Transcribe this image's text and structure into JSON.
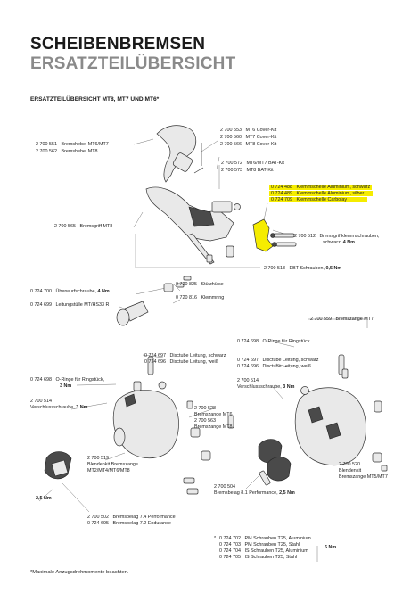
{
  "title": "SCHEIBENBREMSEN",
  "subtitle": "ERSATZTEILÜBERSICHT",
  "section": "ERSATZTEILÜBERSICHT MT8, MT7 UND MT6*",
  "labels": {
    "lever_mt6_mt7": {
      "num": "2 700 551",
      "text": "Bremshebel MT6/MT7"
    },
    "lever_mt8": {
      "num": "2 700 562",
      "text": "Bremshebel MT8"
    },
    "cover_mt6": {
      "num": "2 700 553",
      "text": "MT6 Cover-Kit"
    },
    "cover_mt7": {
      "num": "2 700 560",
      "text": "MT7 Cover-Kit"
    },
    "cover_mt8": {
      "num": "2 700 566",
      "text": "MT8 Cover-Kit"
    },
    "bat_mt6_mt7": {
      "num": "2 700 572",
      "text": "MT6/MT7 BAT-Kit"
    },
    "bat_mt8": {
      "num": "2 700 573",
      "text": "MT8 BAT-Kit"
    },
    "clamp_schwarz": {
      "num": "0 724 488",
      "text": "Klemmschelle Aluminium, schwarz"
    },
    "clamp_silber": {
      "num": "0 724 489",
      "text": "Klemmschelle Aluminium, silber"
    },
    "clamp_carbolay": {
      "num": "0 724 709",
      "text": "Klemmschelle Carbolay"
    },
    "bremsgriff_mt8": {
      "num": "2 700 565",
      "text": "Bremsgriff MT8"
    },
    "klemm_schrauben": {
      "num": "2 700 512",
      "text": "Bremsgriffklemmschrauben,",
      "text2": "schwarz,",
      "torque": "4 Nm"
    },
    "ebt": {
      "num": "2 700 513",
      "text": "EBT-Schrauben,",
      "torque": "0,5 Nm"
    },
    "stuetzhuelse": {
      "num": "0 720 825",
      "text": "Stützhülse"
    },
    "klemmring": {
      "num": "0 720 816",
      "text": "Klemmring"
    },
    "ueberwurf": {
      "num": "0 724 700",
      "text": "Überwurfschraube,",
      "torque": "4 Nm"
    },
    "leitungstuelle": {
      "num": "0 724 699",
      "text": "Leitungstülle MT/HS33 R"
    },
    "bremszange_mt7": {
      "num": "2 700 559",
      "text": "Bremszange MT7"
    },
    "oring_right": {
      "num": "0 724 698",
      "text": "O-Ringe für Ringstück"
    },
    "disctube_schwarz_l": {
      "num": "0 724 697",
      "text": "Disctube Leitung, schwarz"
    },
    "disctube_weiss_l": {
      "num": "0 724 696",
      "text": "Disctube Leitung, weiß"
    },
    "disctube_schwarz_r": {
      "num": "0 724 697",
      "text": "Disctube Leitung, schwarz"
    },
    "disctube_weiss_r": {
      "num": "0 724 696",
      "text": "Disctube Leitung, weiß"
    },
    "oring_left": {
      "num": "0 724 698",
      "text": "O-Ringe für Ringstück,",
      "torque": "3 Nm"
    },
    "verschluss_left": {
      "num": "2 700 514",
      "text": "Verschlussschraube,",
      "torque": "3 Nm"
    },
    "verschluss_right": {
      "num": "2 700 514",
      "text": "Verschlussschraube,",
      "torque": "3 Nm"
    },
    "bremszange_mt6": {
      "num": "2 700 528",
      "text": "Bremszange MT6"
    },
    "bremszange_mt8": {
      "num": "2 700 563",
      "text": "Bremszange MT8"
    },
    "blendkit_left": {
      "num": "2 700 519",
      "text": "Blendenkit Bremszange",
      "text2": "MT2/MT4/MT6/MT8"
    },
    "blendkit_right": {
      "num": "2 700 520",
      "text": "Blendenkit",
      "text2": "Bremszange MT5/MT7"
    },
    "bremsbelag_8": {
      "num": "2 700 504",
      "text": "Bremsbelag 8.1 Performance,",
      "torque": "2,5 Nm"
    },
    "bremsbelag_74": {
      "num": "2 700 502",
      "text": "Bremsbelag 7.4 Performance"
    },
    "bremsbelag_72": {
      "num": "0 724 695",
      "text": "Bremsbelag 7.2 Endurance"
    },
    "torque_25": "2,5 Nm",
    "pm_alu": {
      "num": "0 724 702",
      "text": "PM Schrauben T25, Aluminium"
    },
    "pm_stahl": {
      "num": "0 724 703",
      "text": "PM Schrauben T25, Stahl"
    },
    "is_alu": {
      "num": "0 724 704",
      "text": "IS Schrauben T25, Aluminium"
    },
    "is_stahl": {
      "num": "0 724 705",
      "text": "IS Schrauben T25, Stahl"
    },
    "screw_torque": "6 Nm",
    "asterisk": "*"
  },
  "footnote": "*Maximale Anzugsdrehmomente beachten."
}
